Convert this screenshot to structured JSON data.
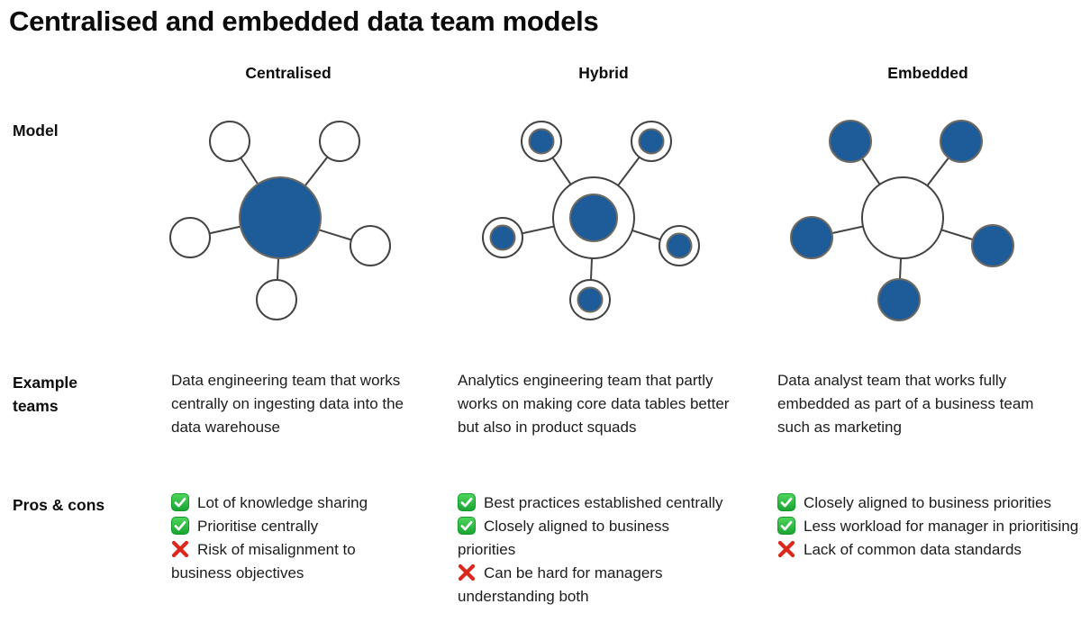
{
  "title": "Centralised and embedded data team models",
  "row_labels": {
    "model": "Model",
    "example_teams": "Example teams",
    "pros_cons": "Pros & cons"
  },
  "colors": {
    "team_blue": "#1e5b99",
    "circle_outline": "#434343",
    "blue_circle_outline": "#6e6a62",
    "check_green": "#23b33a",
    "cross_red": "#da291c"
  },
  "columns": [
    {
      "header": "Centralised",
      "model_icon": "centralised-network-diagram",
      "example": "Data engineering team that works centrally on ingesting data into the data warehouse",
      "pros_cons": [
        {
          "type": "pro",
          "text": "Lot of knowledge sharing"
        },
        {
          "type": "pro",
          "text": "Prioritise centrally"
        },
        {
          "type": "con",
          "text": "Risk of misalignment to business objectives"
        }
      ]
    },
    {
      "header": "Hybrid",
      "model_icon": "hybrid-network-diagram",
      "example": "Analytics engineering team that partly works on making core data tables better but also in product squads",
      "pros_cons": [
        {
          "type": "pro",
          "text": "Best practices established centrally"
        },
        {
          "type": "pro",
          "text": "Closely aligned to business priorities"
        },
        {
          "type": "con",
          "text": "Can be hard for managers understanding both"
        }
      ]
    },
    {
      "header": "Embedded",
      "model_icon": "embedded-network-diagram",
      "example": "Data analyst team that works fully embedded as part of a business team such as marketing",
      "pros_cons": [
        {
          "type": "pro",
          "text": "Closely aligned to business priorities"
        },
        {
          "type": "pro",
          "text": "Less workload for manager in prioritising"
        },
        {
          "type": "con",
          "text": "Lack of common data standards"
        }
      ]
    }
  ]
}
